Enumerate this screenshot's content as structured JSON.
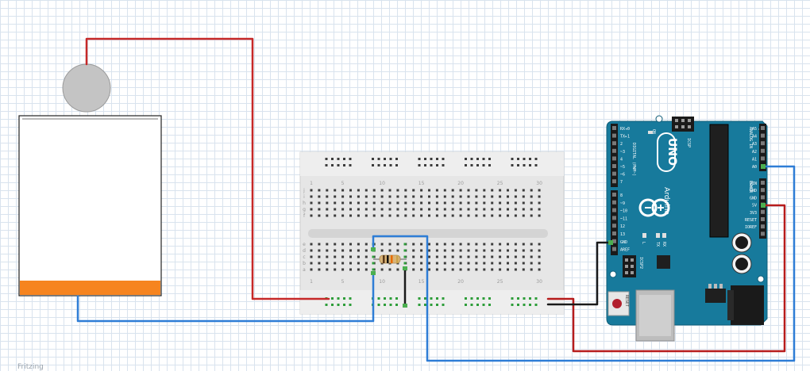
{
  "colors": {
    "wire_red": "#c62828",
    "wire_blue": "#2e7dd6",
    "wire_black": "#1a1a1a",
    "arduino_board": "#177a9c",
    "liquid": "#f6841f",
    "breadboard": "#e6e6e6"
  },
  "breadboard": {
    "column_numbers": [
      "1",
      "5",
      "10",
      "15",
      "20",
      "25",
      "30"
    ],
    "row_letters": [
      "a",
      "b",
      "c",
      "d",
      "e",
      "f",
      "g",
      "h",
      "i",
      "j"
    ]
  },
  "arduino": {
    "model": "UNO",
    "brand": "Arduino",
    "icsp_label": "ICSP",
    "icsp2_label": "ICSP2",
    "reset_label": "RESET",
    "on_label": "ON",
    "tx_label": "TX",
    "rx_label": "RX",
    "l_label": "L",
    "digital_pins": [
      "RX◂0",
      "TX▸1",
      "2",
      "~3",
      "4",
      "~5",
      "~6",
      "7",
      "8",
      "~9",
      "~10",
      "~11",
      "12",
      "13",
      "GND",
      "AREF"
    ],
    "power_pins": [
      "IOREF",
      "RESET",
      "3V3",
      "5V",
      "GND",
      "GND",
      "VIN"
    ],
    "analog_pins": [
      "A0",
      "A1",
      "A2",
      "A3",
      "A4",
      "A5"
    ],
    "power_header": "POWER",
    "analog_header": "ANALOG IN",
    "digital_header": "DIGITAL (PWM~)"
  },
  "caption": "Fritzing"
}
